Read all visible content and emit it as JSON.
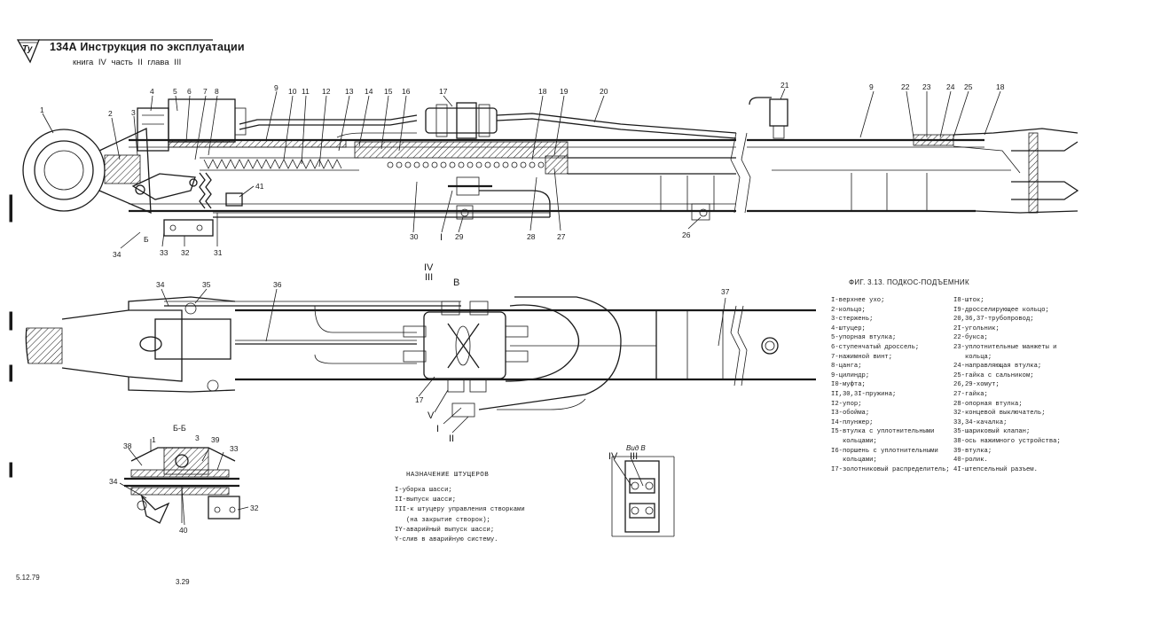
{
  "header": {
    "logo_text": "Ту",
    "title": "134А Инструкция по эксплуатации",
    "subtitle": "книга IV   часть II   глава III"
  },
  "figure_caption": "ФИГ. 3.13. ПОДКОС-ПОДЪЕМНИК",
  "callouts_top_left": [
    "1",
    "2",
    "3",
    "4",
    "5",
    "6",
    "7",
    "8",
    "9",
    "10",
    "11",
    "12",
    "13",
    "14",
    "15",
    "16",
    "17",
    "18",
    "19",
    "20"
  ],
  "callouts_top_right": [
    "21",
    "9",
    "22",
    "23",
    "24",
    "25",
    "18"
  ],
  "callouts_top_bottom": [
    "34",
    "Б",
    "33",
    "32",
    "31",
    "41",
    "30",
    "I",
    "29",
    "28",
    "27",
    "26"
  ],
  "callouts_middle": [
    "34",
    "35",
    "36",
    "37",
    "IV",
    "III",
    "В",
    "17",
    "V",
    "I",
    "II"
  ],
  "section_bb": {
    "title": "Б-Б",
    "labels": [
      "38",
      "1",
      "3",
      "39",
      "33",
      "34",
      "32",
      "40"
    ]
  },
  "view_v": {
    "title": "Вид В",
    "labels": [
      "IV",
      "III"
    ]
  },
  "purpose": {
    "title": "НАЗНАЧЕНИЕ ШТУЦЕРОВ",
    "lines": [
      "I-уборка шасси;",
      "II-выпуск шасси;",
      "III-к штуцеру управления створками",
      "   (на закрытие створок);",
      "IY-аварийный выпуск шасси;",
      "Y-слив в аварийную систему."
    ]
  },
  "legend": {
    "col1": [
      "I-верхнее ухо;",
      "2-кольцо;",
      "3-стержень;",
      "4-штуцер;",
      "5-упорная втулка;",
      "6-ступенчатый дроссель;",
      "7-нажимной винт;",
      "8-цанга;",
      "9-цилиндр;",
      "I0-муфта;",
      "II,30,3I-пружина;",
      "I2-упор;",
      "I3-обойма;",
      "I4-плунжер;",
      "I5-втулка с уплотнительными",
      "   кольцами;",
      "I6-поршень с уплотнительными",
      "   кольцами;",
      "I7-золотниковый распределитель;"
    ],
    "col2": [
      "I8-шток;",
      "I9-дросселирующее кольцо;",
      "20,36,37-трубопровод;",
      "2I-угольник;",
      "22-букса;",
      "23-уплотнительные манжеты и",
      "   кольца;",
      "24-направляющая втулка;",
      "25-гайка с сальником;",
      "26,29-хомут;",
      "27-гайка;",
      "28-опорная втулка;",
      "32-концевой выключатель;",
      "33,34-качалка;",
      "35-шариковый клапан;",
      "38-ось нажимного устройства;",
      "39-втулка;",
      "40-ролик.",
      "4I-штепсельный разъем."
    ]
  },
  "footer": {
    "date": "5.12.79",
    "page": "3.29"
  }
}
